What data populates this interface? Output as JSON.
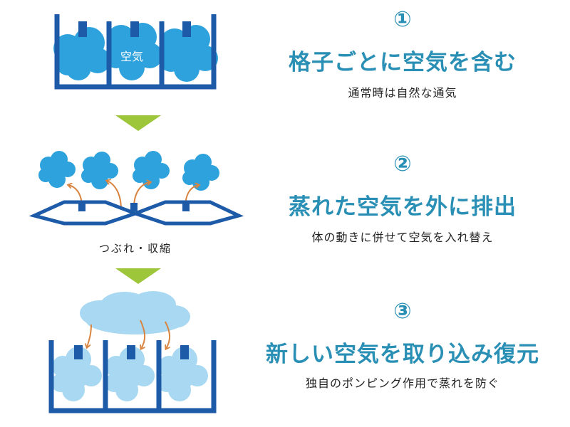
{
  "colors": {
    "accent_text": "#2a8fb4",
    "frame_blue": "#1d5aa8",
    "cloud_blue": "#2ea2dc",
    "cloud_light": "#a8d8f2",
    "arrow_green": "#9dc63b",
    "flow_arrow": "#d9843f"
  },
  "steps": [
    {
      "number": "①",
      "title": "格子ごとに空気を含む",
      "description": "通常時は自然な通気"
    },
    {
      "number": "②",
      "title": "蒸れた空気を外に排出",
      "description": "体の動きに併せて空気を入れ替え"
    },
    {
      "number": "③",
      "title": "新しい空気を取り込み復元",
      "description": "独自のポンピング作用で蒸れを防ぐ"
    }
  ],
  "illustration": {
    "air_label": "空気",
    "collapse_label": "つぶれ・収縮"
  }
}
